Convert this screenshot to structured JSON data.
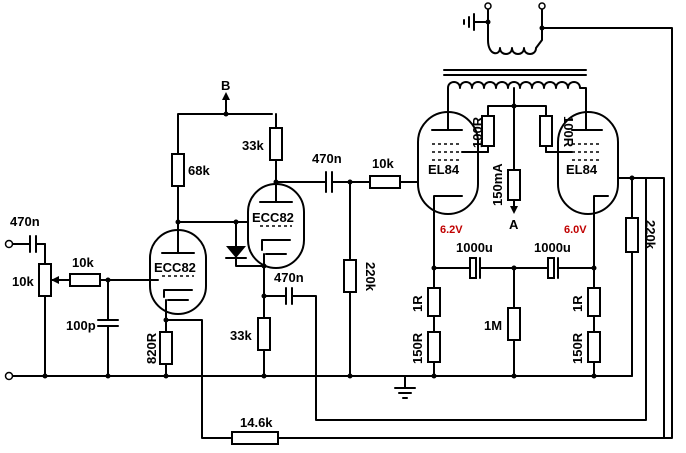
{
  "nodes": {
    "b_label": "B",
    "a_label": "A"
  },
  "tubes": {
    "v1": "ECC82",
    "v2": "ECC82",
    "v3": "EL84",
    "v4": "EL84"
  },
  "voltages": {
    "v3_cathode": "6.2V",
    "v4_cathode": "6.0V",
    "color": "#c00000"
  },
  "components": {
    "c_in": "470n",
    "r_vol": "10k",
    "r_grid1": "10k",
    "c_100p": "100p",
    "r_820": "820R",
    "r_68k": "68k",
    "r_33k_top": "33k",
    "r_33k_bot": "33k",
    "c_couple": "470n",
    "c_470n_fb": "470n",
    "r_10k_grid": "10k",
    "r_220k_left": "220k",
    "r_100r_left": "100R",
    "r_100r_right": "100R",
    "meter": "150mA",
    "c_1000u_left": "1000u",
    "c_1000u_right": "1000u",
    "r_1r_left": "1R",
    "r_150r_left": "150R",
    "r_1m": "1M",
    "r_1r_right": "1R",
    "r_150r_right": "150R",
    "r_220k_right": "220k",
    "r_14_6k": "14.6k"
  }
}
